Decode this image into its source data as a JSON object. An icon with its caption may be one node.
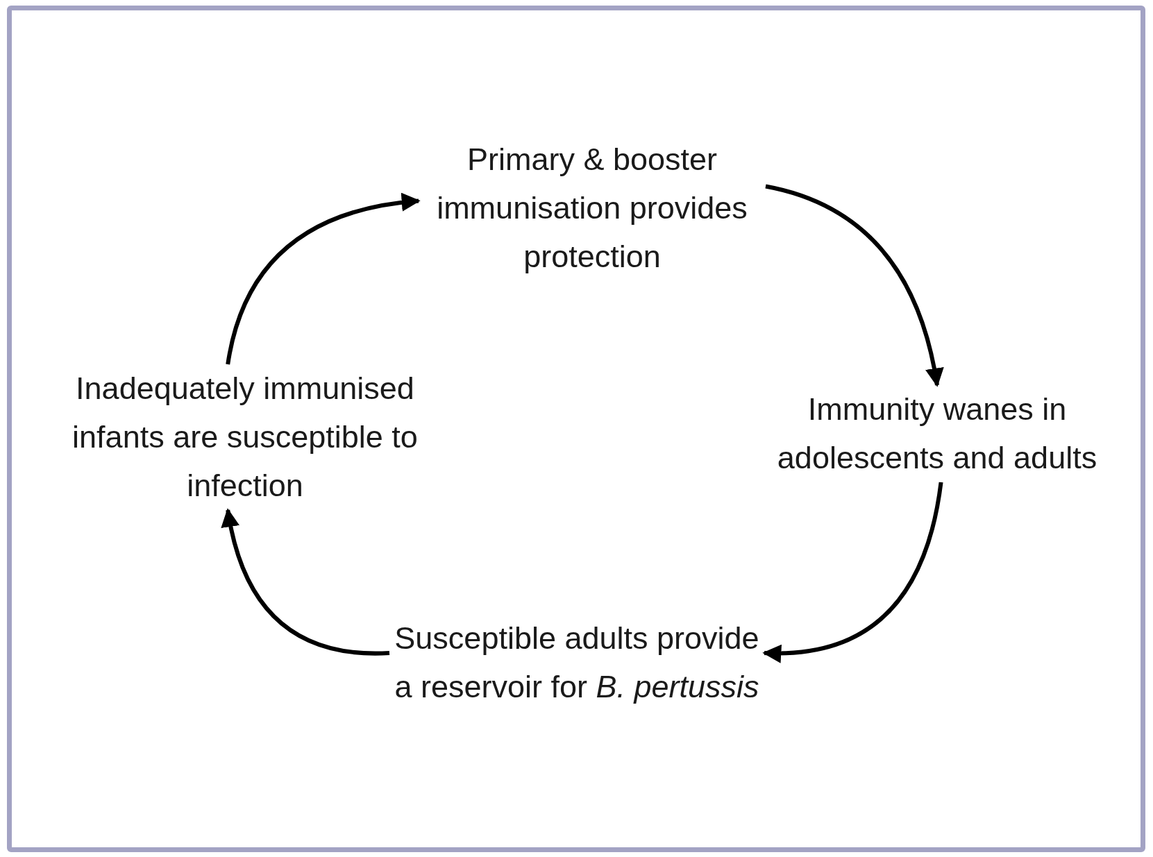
{
  "diagram": {
    "nodes": [
      {
        "text": [
          "Primary & booster immunisation provides protection"
        ]
      },
      {
        "text": [
          "Immunity wanes in adolescents and adults"
        ]
      },
      {
        "text": [
          "Susceptible adults provide a reservoir for *B. pertussis*"
        ]
      },
      {
        "text": [
          "Inadequately immunised infants are susceptible to infection"
        ]
      }
    ],
    "edges": [
      {
        "from": 0,
        "to": 1,
        "arrow": "to"
      },
      {
        "from": 1,
        "to": 2,
        "arrow": "to"
      },
      {
        "from": 2,
        "to": 3,
        "arrow": "to"
      },
      {
        "from": 3,
        "to": 0,
        "arrow": "to"
      }
    ]
  }
}
